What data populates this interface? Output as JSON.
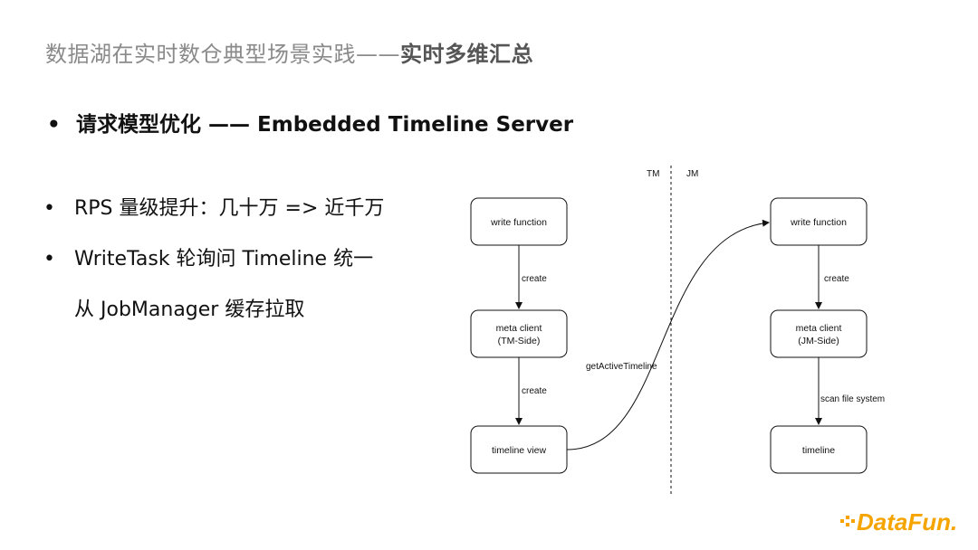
{
  "title": {
    "normal": "数据湖在实时数仓典型场景实践——",
    "bold": "实时多维汇总"
  },
  "main_bullet": {
    "dot": "•",
    "text": "请求模型优化 —— Embedded Timeline Server"
  },
  "bullets": [
    {
      "dot": "•",
      "text": "RPS 量级提升：几十万 => 近千万"
    },
    {
      "dot": "•",
      "text": "WriteTask 轮询问 Timeline 统一"
    },
    {
      "text": "从 JobManager 缓存拉取"
    }
  ],
  "diagram": {
    "tm_label": "TM",
    "jm_label": "JM",
    "tm": {
      "write": "write function",
      "meta1": "meta client",
      "meta2": "(TM-Side)",
      "view": "timeline view",
      "edge1": "create",
      "edge2": "create"
    },
    "jm": {
      "write": "write function",
      "meta1": "meta client",
      "meta2": "(JM-Side)",
      "timeline": "timeline",
      "edge1": "create",
      "edge2": "scan file system"
    },
    "cross_edge": "getActiveTimeline"
  },
  "logo": {
    "text": "DataFun."
  },
  "colors": {
    "logo": "#f5a400",
    "title": "#8a8a8a"
  }
}
